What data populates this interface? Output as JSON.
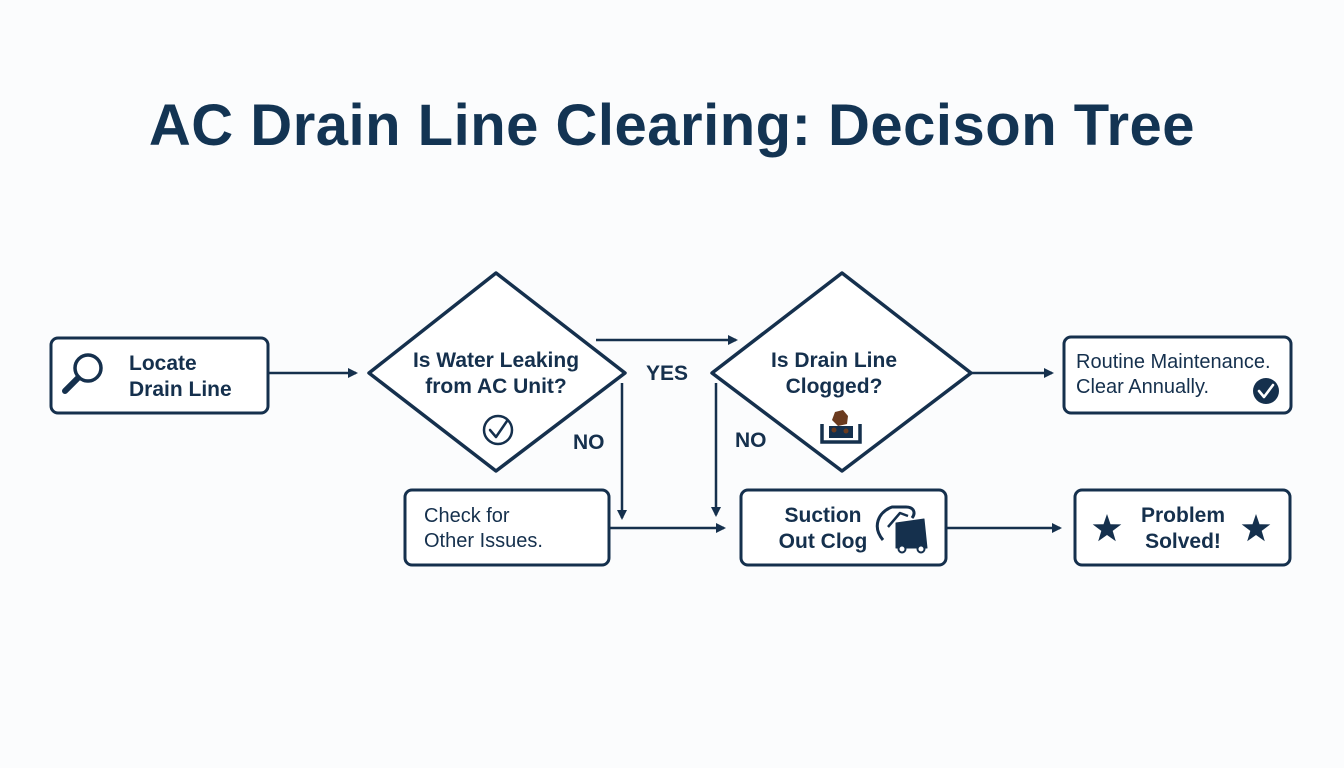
{
  "title": "AC Drain Line Clearing: Decison Tree",
  "nodes": {
    "locate": {
      "line1": "Locate",
      "line2": "Drain Line",
      "icon": "magnifier-icon"
    },
    "water_leaking": {
      "line1": "Is Water Leaking",
      "line2": "from AC Unit?",
      "icon": "check-circle-icon"
    },
    "drain_clogged": {
      "line1": "Is Drain Line",
      "line2": "Clogged?",
      "icon": "clog-pipe-icon"
    },
    "routine": {
      "line1": "Routine Maintenance.",
      "line2": "Clear Annually.",
      "icon": "check-badge-icon"
    },
    "check_other": {
      "line1": "Check for",
      "line2": "Other Issues."
    },
    "suction": {
      "line1": "Suction",
      "line2": "Out Clog",
      "icon": "wet-vac-icon"
    },
    "solved": {
      "line1": "Problem",
      "line2": "Solved!",
      "icon": "star-icon"
    }
  },
  "edge_labels": {
    "yes": "YES",
    "no_left": "NO",
    "no_right": "NO"
  },
  "colors": {
    "navy": "#15304d",
    "background": "#fbfcfd",
    "clog_brown": "#6b3b1f"
  }
}
